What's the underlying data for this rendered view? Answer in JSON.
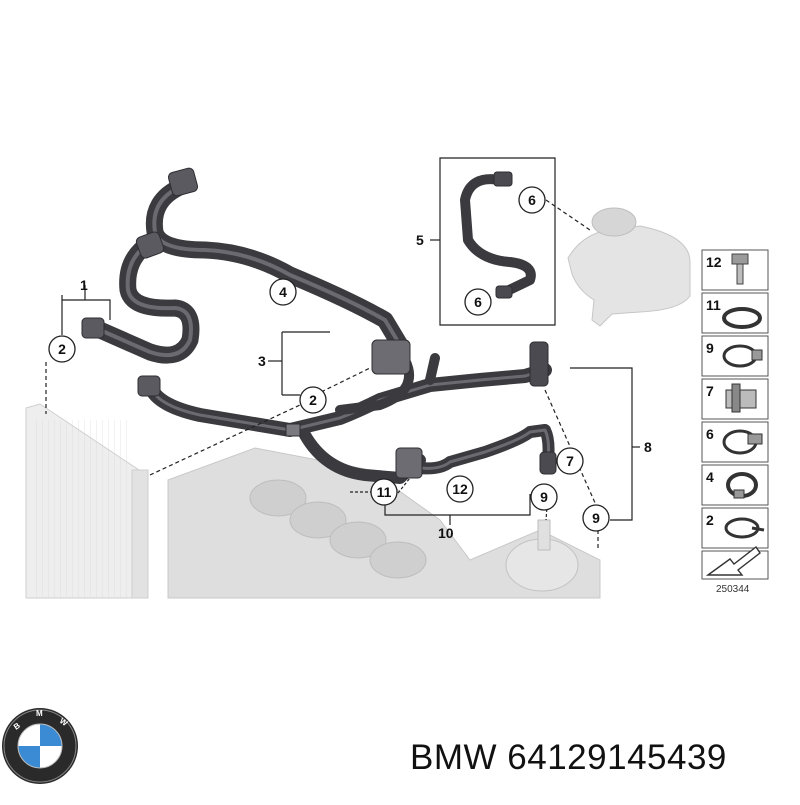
{
  "footer": {
    "brand": "BMW",
    "part_number": "64129145439"
  },
  "logo": {
    "letters": "BMW",
    "icon": "bmw-roundel-icon"
  },
  "diagram": {
    "reference_code": "250344",
    "callouts": {
      "c1": "1",
      "c2a": "2",
      "c2b": "2",
      "c3": "3",
      "c4": "4",
      "c5": "5",
      "c6a": "6",
      "c6b": "6",
      "c7": "7",
      "c8": "8",
      "c9a": "9",
      "c9b": "9",
      "c10": "10",
      "c11": "11",
      "c12": "12"
    },
    "legend": [
      "12",
      "11",
      "9",
      "7",
      "6",
      "4",
      "2"
    ]
  },
  "colors": {
    "hose": "#3a3a3f",
    "hose_highlight": "#6a6a70",
    "ghost_part": "#d8d8d8",
    "line": "#222222"
  }
}
